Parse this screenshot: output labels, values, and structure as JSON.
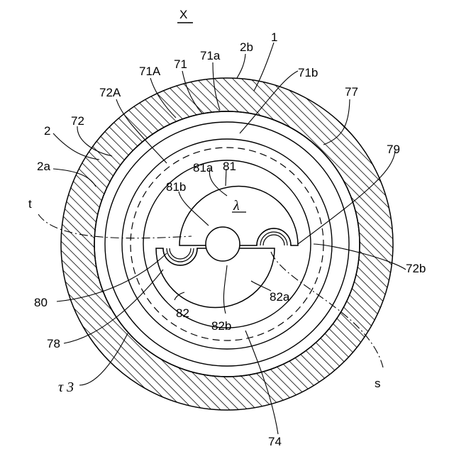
{
  "colors": {
    "ink": "#000000",
    "paper": "#ffffff"
  },
  "labels": {
    "view": "X",
    "lambda": "λ",
    "l1": "1",
    "l2": "2",
    "l2a": "2a",
    "l2b": "2b",
    "l71": "71",
    "l71a": "71a",
    "l71A": "71A",
    "l71b": "71b",
    "l72": "72",
    "l72A": "72A",
    "l72b": "72b",
    "l74": "74",
    "l77": "77",
    "l78": "78",
    "l79": "79",
    "l80": "80",
    "l81": "81",
    "l81a": "81a",
    "l81b": "81b",
    "l82": "82",
    "l82a": "82a",
    "l82b": "82b",
    "t": "t",
    "s": "s",
    "tau3": "τ 3"
  }
}
